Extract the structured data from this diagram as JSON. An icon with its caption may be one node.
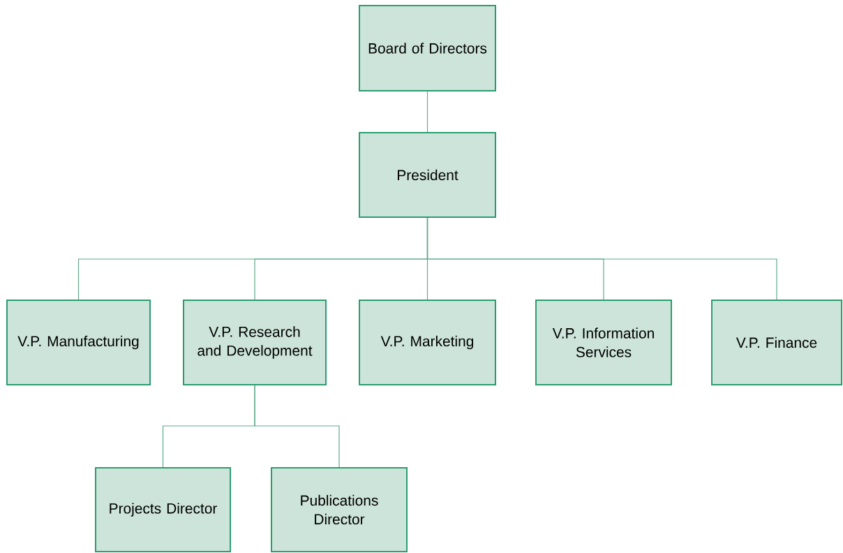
{
  "diagram": {
    "nodes": [
      {
        "text": [
          "Board of Directors"
        ]
      },
      {
        "text": [
          "President"
        ]
      },
      {
        "text": [
          "V.P. Manufacturing"
        ]
      },
      {
        "text": [
          "V.P. Research and Development"
        ]
      },
      {
        "text": [
          "V.P. Marketing"
        ]
      },
      {
        "text": [
          "V.P. Information Services"
        ]
      },
      {
        "text": [
          "V.P. Finance"
        ]
      },
      {
        "text": [
          "Projects Director"
        ]
      },
      {
        "text": [
          "Publications Director"
        ]
      }
    ],
    "edges": [
      {
        "from": 0,
        "to": 1,
        "arrow": "none"
      },
      {
        "from": 1,
        "to": 2,
        "arrow": "none"
      },
      {
        "from": 1,
        "to": 3,
        "arrow": "none"
      },
      {
        "from": 1,
        "to": 4,
        "arrow": "none"
      },
      {
        "from": 1,
        "to": 5,
        "arrow": "none"
      },
      {
        "from": 1,
        "to": 6,
        "arrow": "none"
      },
      {
        "from": 3,
        "to": 7,
        "arrow": "none"
      },
      {
        "from": 3,
        "to": 8,
        "arrow": "none"
      }
    ]
  }
}
